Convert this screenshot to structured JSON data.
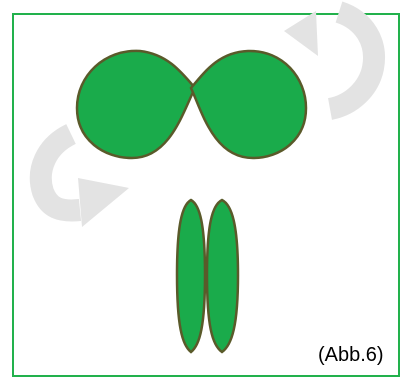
{
  "figure": {
    "caption": "(Abb.6)"
  },
  "colors": {
    "frame_border": "#22b14c",
    "shape_fill": "#1aab4b",
    "shape_outline": "#5a5a2a",
    "rotation_arrow": "#e3e3e3"
  },
  "icons": {
    "rotation_arrows": "curved-arrow",
    "shapes": "green-blob"
  }
}
